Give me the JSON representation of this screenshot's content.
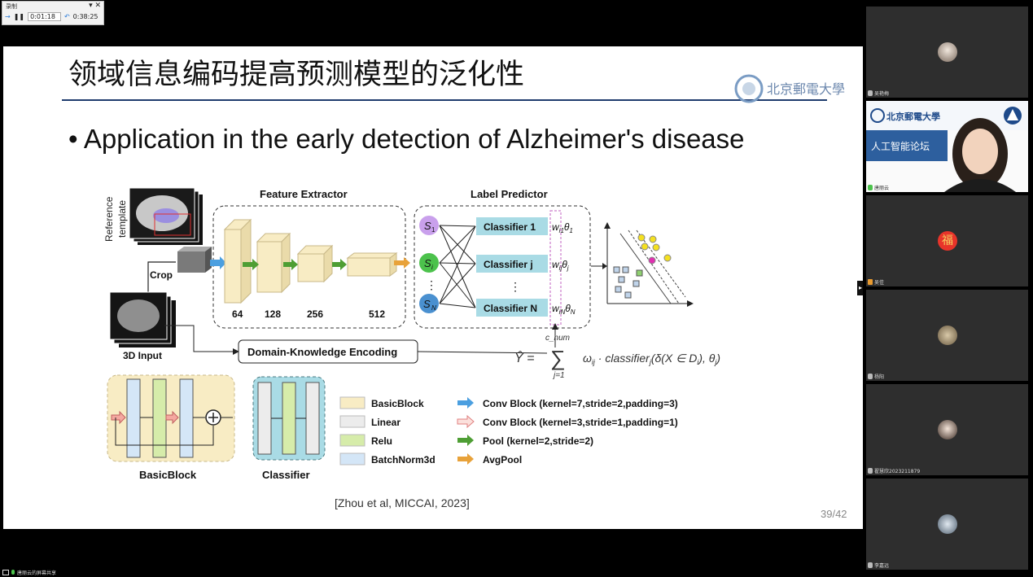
{
  "recorder": {
    "title": "录制",
    "elapsed": "0:01:18",
    "remaining": "0:38:25"
  },
  "slide": {
    "title": "领域信息编码提高预测模型的泛化性",
    "bullet": "Application in the early detection of Alzheimer's disease",
    "logo_text": "北京郵電大學",
    "citation": "[Zhou et al, MICCAI, 2023]",
    "page": "39/42",
    "diagram": {
      "reference": "Reference",
      "template": "template",
      "crop": "Crop",
      "input": "3D Input",
      "feature_extractor": "Feature Extractor",
      "label_predictor": "Label Predictor",
      "channels": [
        "64",
        "128",
        "256",
        "512"
      ],
      "classifiers": [
        "Classifier 1",
        "Classifier j",
        "Classifier N"
      ],
      "dots": "⋮",
      "domain_encoding": "Domain-Knowledge Encoding",
      "basicblock": "BasicBlock",
      "classifier": "Classifier",
      "legend_left": [
        "BasicBlock",
        "Linear",
        "Relu",
        "BatchNorm3d"
      ],
      "legend_right": [
        "Conv Block (kernel=7,stride=2,padding=3)",
        "Conv Block (kernel=3,stride=1,padding=1)",
        "Pool (kernel=2,stride=2)",
        "AvgPool"
      ],
      "colors": {
        "basicblock": "#f8ecc4",
        "linear": "#ececec",
        "relu": "#d6ecaa",
        "batchnorm": "#d4e6f7",
        "conv7": "#4b9fe0",
        "conv3": "#f4a8a0",
        "pool": "#4e9e34",
        "avgpool": "#e8a23a",
        "classifier_box": "#a9dbe5"
      }
    }
  },
  "participants": [
    {
      "name": "吴艳梅"
    },
    {
      "name": "唐丽云",
      "banner": "人工智能论坛"
    },
    {
      "name": "吴佳"
    },
    {
      "name": "杨阳"
    },
    {
      "name": "翟慧欣2023211879"
    },
    {
      "name": "李嘉远"
    }
  ],
  "share_status": "唐丽云的屏幕共享"
}
